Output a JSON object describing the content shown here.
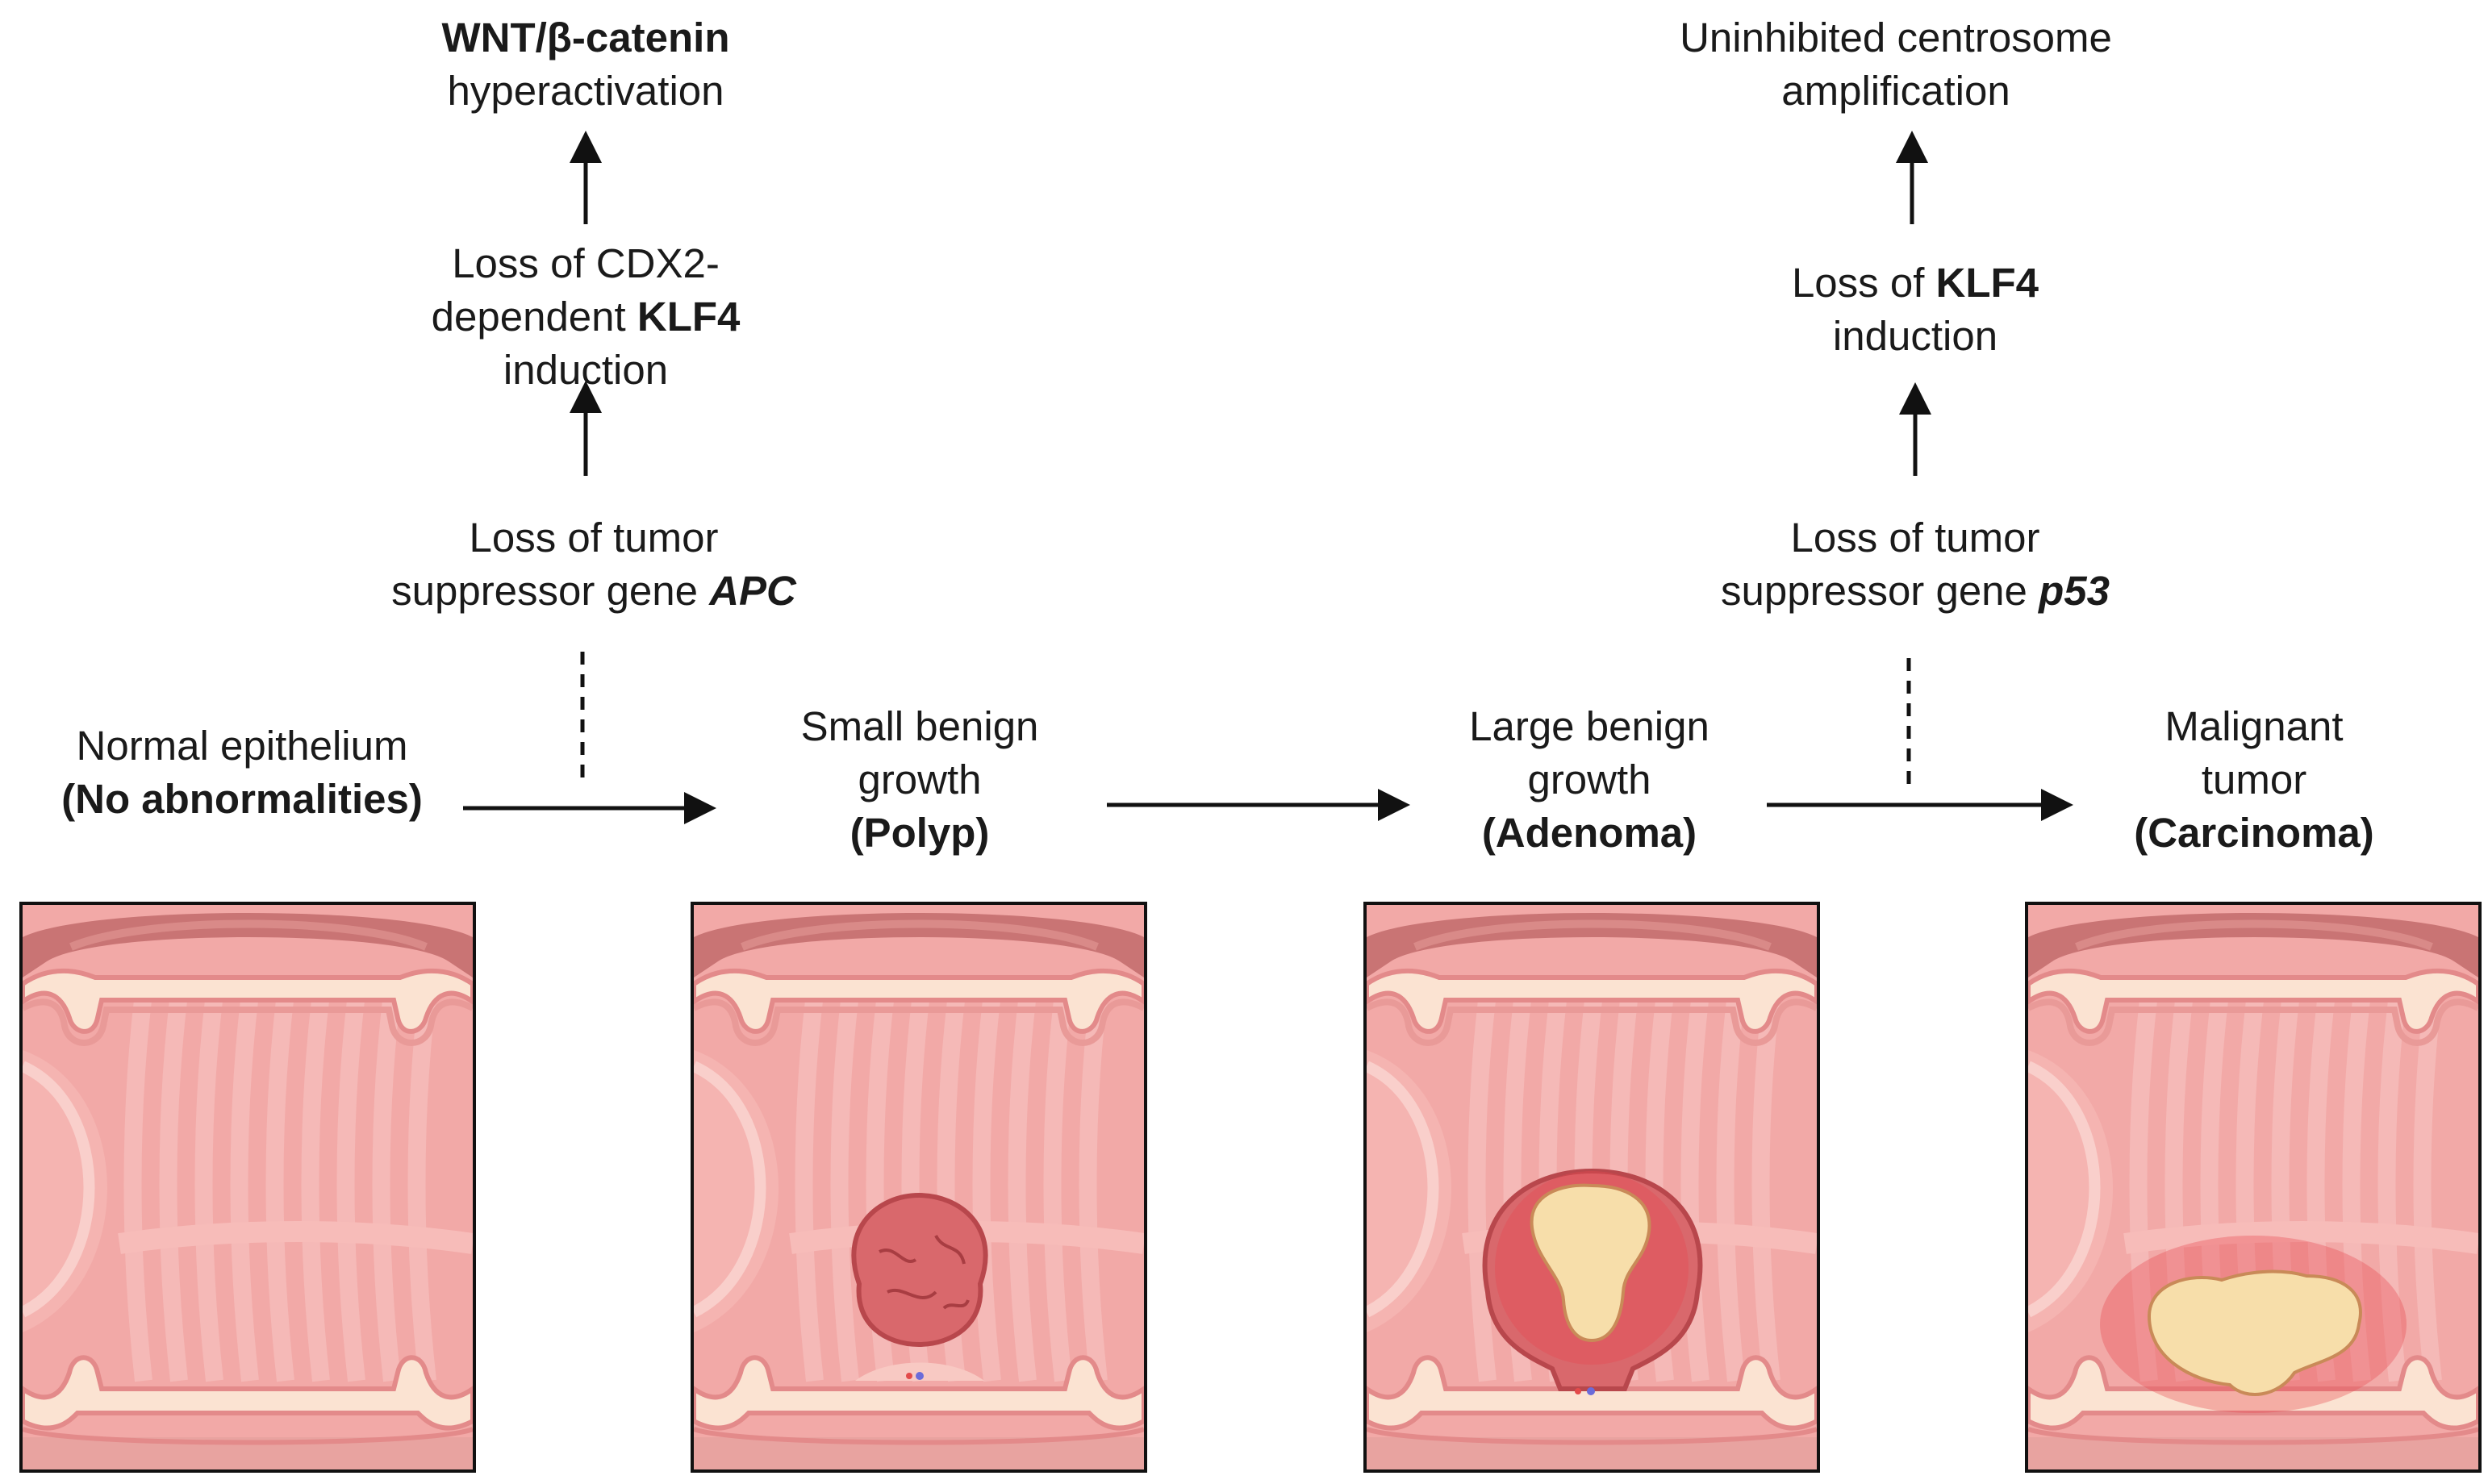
{
  "pathway_apc": {
    "top_title_bold": "WNT/β-catenin",
    "top_title_rest": "hyperactivation",
    "mid_line1": "Loss of CDX2-",
    "mid_line2_prefix": "dependent ",
    "mid_line2_bold": "KLF4",
    "mid_line3": "induction",
    "loss_line1": "Loss of tumor",
    "loss_line2_prefix": "suppressor gene ",
    "loss_gene": "APC"
  },
  "pathway_p53": {
    "top_line1": "Uninhibited centrosome",
    "top_line2": "amplification",
    "mid_line1_prefix": "Loss of ",
    "mid_line1_bold": "KLF4",
    "mid_line2": "induction",
    "loss_line1": "Loss of tumor",
    "loss_line2_prefix": "suppressor gene ",
    "loss_gene": "p53"
  },
  "stages": [
    {
      "line1": "Normal epithelium",
      "line2": "",
      "bold": "(No abnormalities)"
    },
    {
      "line1": "Small benign",
      "line2": "growth",
      "bold": "(Polyp)"
    },
    {
      "line1": "Large benign",
      "line2": "growth",
      "bold": "(Adenoma)"
    },
    {
      "line1": "Malignant",
      "line2": "tumor",
      "bold": "(Carcinoma)"
    }
  ],
  "colors": {
    "lumen": "#f2a9a7",
    "fold": "#f7c0bd",
    "wall_outer": "#c97474",
    "wall_band": "#fbe3d2",
    "polyp": "#d9686c",
    "tumor_core": "#f7deaa",
    "tumor_halo": "#e8474f"
  }
}
